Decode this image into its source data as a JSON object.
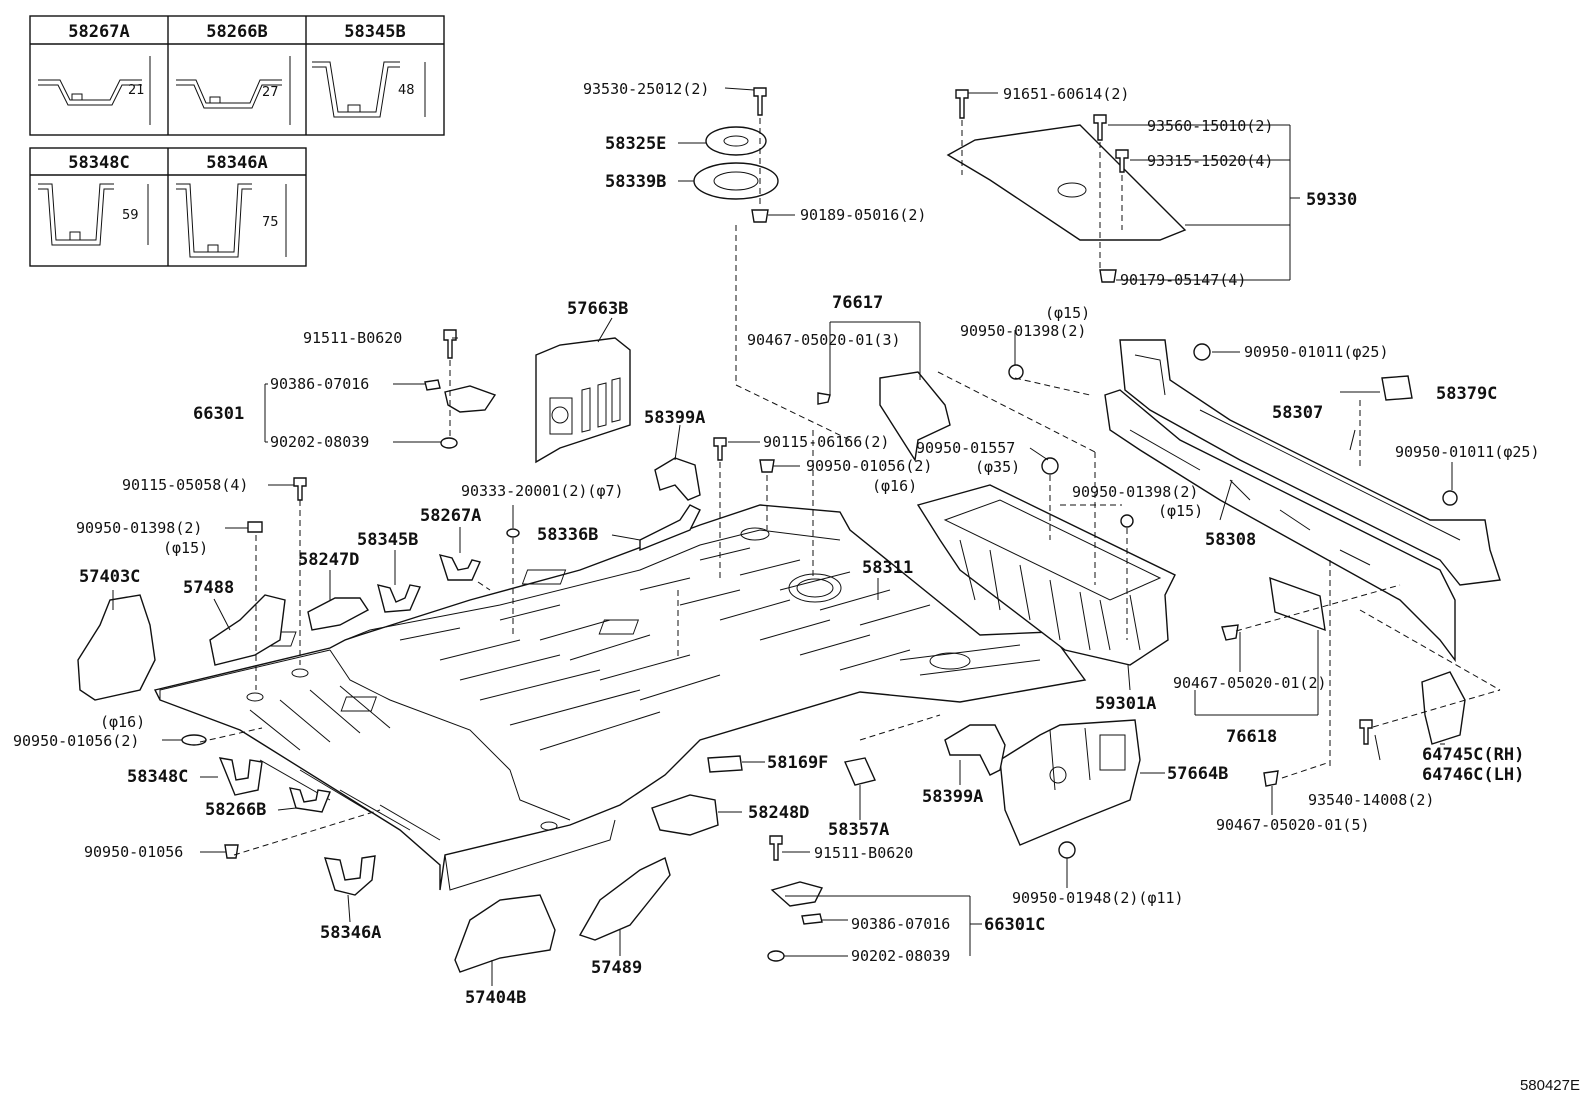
{
  "diagram": {
    "figure_id": "580427E",
    "sections": [
      {
        "code": "58267A",
        "dim": "21"
      },
      {
        "code": "58266B",
        "dim": "27"
      },
      {
        "code": "58345B",
        "dim": "48"
      },
      {
        "code": "58348C",
        "dim": "59"
      },
      {
        "code": "58346A",
        "dim": "75"
      }
    ],
    "labels": {
      "p93530": "93530-25012(2)",
      "p58325E": "58325E",
      "p58339B": "58339B",
      "p90189": "90189-05016(2)",
      "p91651": "91651-60614(2)",
      "p93560": "93560-15010(2)",
      "p93315": "93315-15020(4)",
      "p59330": "59330",
      "p90179": "90179-05147(4)",
      "p57663B": "57663B",
      "p76617": "76617",
      "p90467a": "90467-05020-01(3)",
      "phi15a": "(φ15)",
      "p90950_01398a": "90950-01398(2)",
      "p90950_01011a": "90950-01011(φ25)",
      "p91511a": "91511-B0620",
      "p90386a": "90386-07016",
      "p66301": "66301",
      "p90202a": "90202-08039",
      "p58399Aa": "58399A",
      "p90115_06166": "90115-06166(2)",
      "p90950_01557": "90950-01557",
      "phi35": "(φ35)",
      "p90950_01056a": "90950-01056(2)",
      "phi16a": "(φ16)",
      "p58379C": "58379C",
      "p58307": "58307",
      "p90950_01011b": "90950-01011(φ25)",
      "p90115_05058": "90115-05058(4)",
      "p90333": "90333-20001(2)(φ7)",
      "p58267A": "58267A",
      "p58336B": "58336B",
      "p90950_01398b": "90950-01398(2)",
      "phi15b": "(φ15)",
      "p90950_01398c": "90950-01398(2)",
      "phi15c": "(φ15)",
      "p58308": "58308",
      "p57403C": "57403C",
      "p57488": "57488",
      "p58247D": "58247D",
      "p58345B": "58345B",
      "p58311": "58311",
      "p59301A": "59301A",
      "p90467b": "90467-05020-01(2)",
      "p76618": "76618",
      "phi16b": "(φ16)",
      "p90950_01056b": "90950-01056(2)",
      "p58348C": "58348C",
      "p58266B": "58266B",
      "p58169F": "58169F",
      "p58399Ab": "58399A",
      "p58357A": "58357A",
      "p57664B": "57664B",
      "p93540": "93540-14008(2)",
      "p64745C": "64745C(RH)",
      "p64746C": "64746C(LH)",
      "p90467c": "90467-05020-01(5)",
      "p58248D": "58248D",
      "p90950_01056c": "90950-01056",
      "p91511b": "91511-B0620",
      "p90950_01948": "90950-01948(2)(φ11)",
      "p90386b": "90386-07016",
      "p66301C": "66301C",
      "p90202b": "90202-08039",
      "p58346A": "58346A",
      "p57489": "57489",
      "p57404B": "57404B"
    }
  }
}
